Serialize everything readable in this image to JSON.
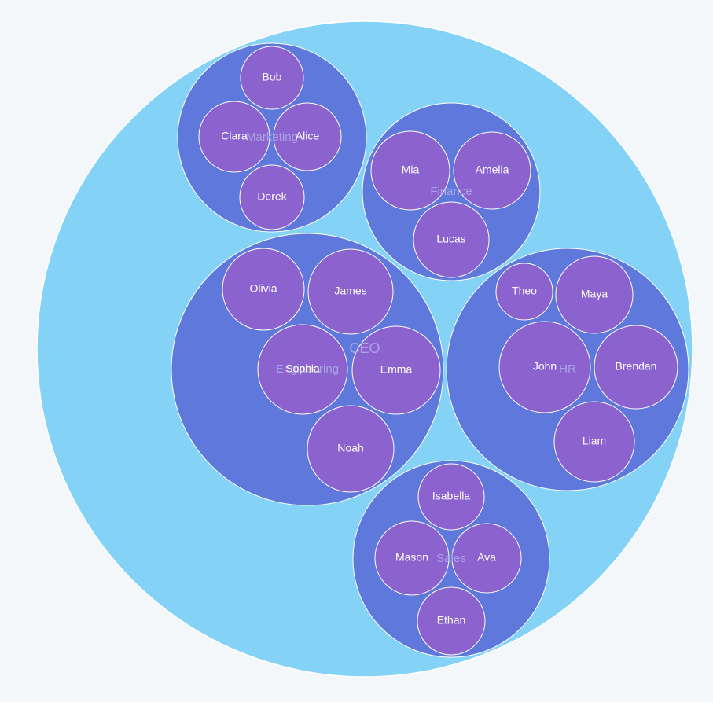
{
  "root": {
    "name": "CEO",
    "color": "#84d2f6",
    "departments": [
      {
        "name": "Marketing",
        "members": [
          "Bob",
          "Clara",
          "Alice",
          "Derek"
        ]
      },
      {
        "name": "Finance",
        "members": [
          "Mia",
          "Amelia",
          "Lucas"
        ]
      },
      {
        "name": "Engineering",
        "members": [
          "Olivia",
          "James",
          "Sophia",
          "Emma",
          "Noah"
        ]
      },
      {
        "name": "HR",
        "members": [
          "Theo",
          "Maya",
          "John",
          "Brendan",
          "Liam"
        ]
      },
      {
        "name": "Sales",
        "members": [
          "Isabella",
          "Mason",
          "Ava",
          "Ethan"
        ]
      }
    ]
  },
  "colors": {
    "department": "#5e79db",
    "person": "#8c62cf",
    "department_label": "#a9a4e4",
    "person_label": "#ffffff"
  }
}
